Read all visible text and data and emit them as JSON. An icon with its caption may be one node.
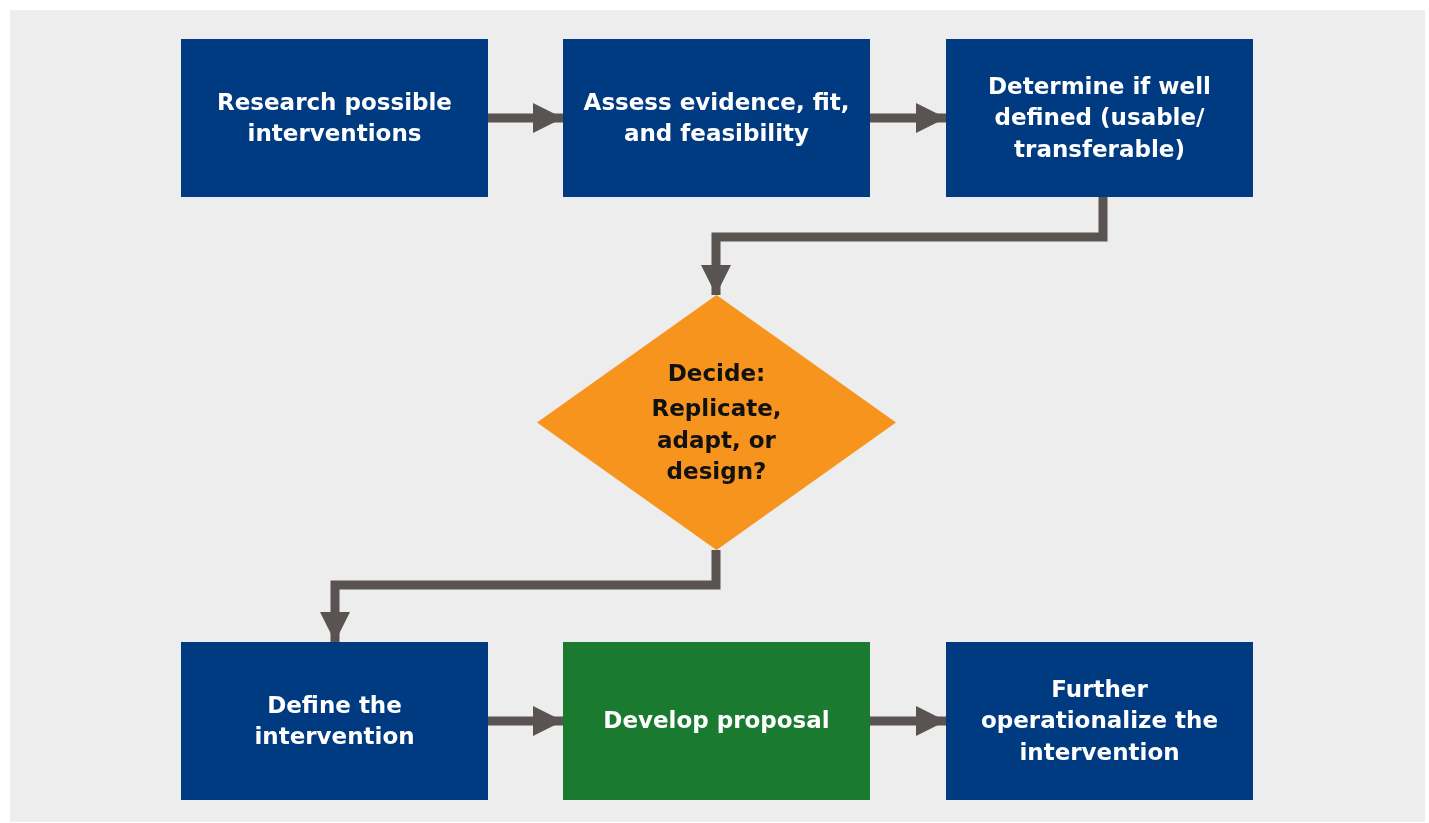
{
  "diagram": {
    "nodes": [
      {
        "text": [
          "Research possible interventions"
        ]
      },
      {
        "text": [
          "Assess evidence, fit, and feasibility"
        ]
      },
      {
        "text": [
          "Determine if well defined (usable/ transferable)"
        ]
      },
      {
        "text": [
          "Decide:",
          "Replicate, adapt, or design?"
        ]
      },
      {
        "text": [
          "Define the intervention"
        ]
      },
      {
        "text": [
          "Develop proposal"
        ]
      },
      {
        "text": [
          "Further operationalize the intervention"
        ]
      }
    ],
    "edges": [
      {
        "from": 0,
        "to": 1,
        "arrow": "to"
      },
      {
        "from": 1,
        "to": 2,
        "arrow": "to"
      },
      {
        "from": 2,
        "to": 3,
        "arrow": "to"
      },
      {
        "from": 3,
        "to": 4,
        "arrow": "to"
      },
      {
        "from": 4,
        "to": 5,
        "arrow": "to"
      },
      {
        "from": 5,
        "to": 6,
        "arrow": "to"
      }
    ]
  }
}
